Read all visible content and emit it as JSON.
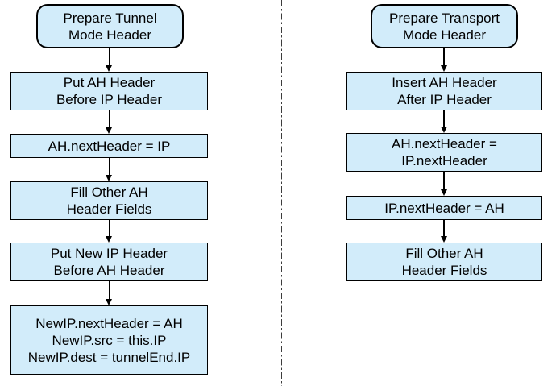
{
  "diagram_title": "AH header preparation flowcharts",
  "colors": {
    "background": "#ffffff",
    "node_fill": "#d2ecfa",
    "node_border": "#000000",
    "arrow": "#000000",
    "divider": "#3c3c3c"
  },
  "divider": {
    "style": "dash-dot",
    "orientation": "vertical"
  },
  "tunnel_flow": {
    "title_lines": [
      "Prepare Tunnel",
      "Mode Header"
    ],
    "steps": [
      {
        "lines": [
          "Put AH Header",
          "Before IP Header"
        ]
      },
      {
        "lines": [
          "AH.nextHeader = IP"
        ]
      },
      {
        "lines": [
          "Fill Other AH",
          "Header Fields"
        ]
      },
      {
        "lines": [
          "Put New IP Header",
          "Before AH Header"
        ]
      },
      {
        "lines": [
          "NewIP.nextHeader = AH",
          "NewIP.src = this.IP",
          "NewIP.dest = tunnelEnd.IP"
        ]
      }
    ]
  },
  "transport_flow": {
    "title_lines": [
      "Prepare Transport",
      "Mode Header"
    ],
    "steps": [
      {
        "lines": [
          "Insert AH Header",
          "After IP Header"
        ]
      },
      {
        "lines": [
          "AH.nextHeader =",
          "IP.nextHeader"
        ]
      },
      {
        "lines": [
          "IP.nextHeader = AH"
        ]
      },
      {
        "lines": [
          "Fill Other AH",
          "Header Fields"
        ]
      }
    ]
  }
}
